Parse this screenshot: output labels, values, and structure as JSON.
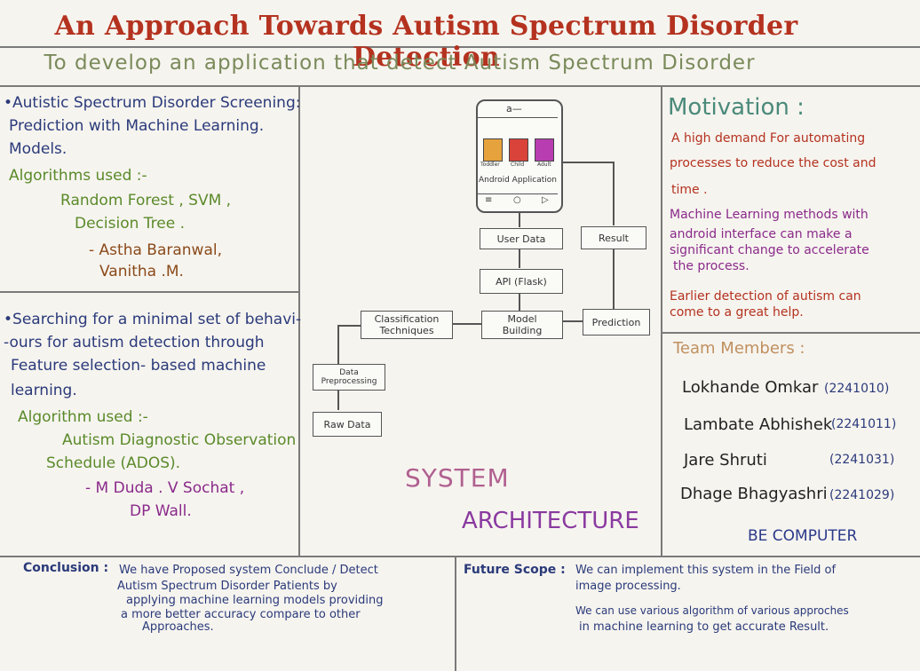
{
  "header": {
    "title": "An Approach Towards Autism Spectrum Disorder Detection",
    "subtitle": "To develop an application that detect Autism Spectrum Disorder"
  },
  "paper1": {
    "heading_line1": "•Autistic Spectrum Disorder Screening:",
    "heading_line2": "Prediction with Machine Learning.",
    "heading_line3": "Models.",
    "algorithms_label": "Algorithms used :-",
    "algorithms_line1": "Random Forest , SVM ,",
    "algorithms_line2": "Decision Tree .",
    "authors_line1": "- Astha Baranwal,",
    "authors_line2": "Vanitha .M."
  },
  "paper2": {
    "heading_line1": "•Searching for a minimal set of behavi-",
    "heading_line2": "-ours for autism detection through",
    "heading_line3": "Feature selection- based machine",
    "heading_line4": "learning.",
    "algorithm_label": "Algorithm used :-",
    "algorithm_line1": "Autism Diagnostic Observation",
    "algorithm_line2": "Schedule (ADOS).",
    "authors_line1": "- M Duda . V Sochat ,",
    "authors_line2": "DP Wall."
  },
  "diagram": {
    "phone_top": "a—",
    "avatar_labels": [
      "Toddler",
      "Child",
      "Adult"
    ],
    "phone_label": "Android Application",
    "nav_icons": [
      "≡",
      "○",
      "▷"
    ],
    "user_data": "User Data",
    "result": "Result",
    "api": "API (Flask)",
    "classification_line1": "Classification",
    "classification_line2": "Techniques",
    "model_line1": "Model",
    "model_line2": "Building",
    "prediction": "Prediction",
    "preprocessing_line1": "Data",
    "preprocessing_line2": "Preprocessing",
    "raw_data": "Raw Data",
    "caption_line1": "SYSTEM",
    "caption_line2": "ARCHITECTURE"
  },
  "motivation": {
    "heading": "Motivation :",
    "p1_line1": "A high demand For automating",
    "p1_line2": "processes to reduce the cost and",
    "p1_line3": "time .",
    "p2_line1": "Machine Learning methods with",
    "p2_line2": "android interface can make a",
    "p2_line3": "significant change to accelerate",
    "p2_line4": "the process.",
    "p3_line1": "Earlier detection of autism can",
    "p3_line2": "come to a great help."
  },
  "team": {
    "heading": "Team Members :",
    "members": [
      {
        "name": "Lokhande Omkar",
        "id": "(2241010)"
      },
      {
        "name": "Lambate Abhishek",
        "id": "(2241011)"
      },
      {
        "name": "Jare Shruti",
        "id": "(2241031)"
      },
      {
        "name": "Dhage Bhagyashri",
        "id": "(2241029)"
      }
    ],
    "department": "BE COMPUTER"
  },
  "conclusion": {
    "label": "Conclusion :",
    "line1": "We have Proposed system Conclude / Detect",
    "line2": "Autism Spectrum Disorder Patients by",
    "line3": "applying machine learning models providing",
    "line4": "a more better accuracy compare to other",
    "line5": "Approaches."
  },
  "future": {
    "label": "Future Scope :",
    "line1": "We can implement this system in the Field of",
    "line2": "image processing.",
    "line3": "We can use various algorithm of various approches",
    "line4": "in machine learning to get accurate Result."
  },
  "colors": {
    "title": "#b4321f",
    "heading_blue": "#2a3a7a",
    "green": "#5a8a2a",
    "brown": "#8a4a1a",
    "purple": "#8a2a8a",
    "teal": "#4a8a7a"
  }
}
